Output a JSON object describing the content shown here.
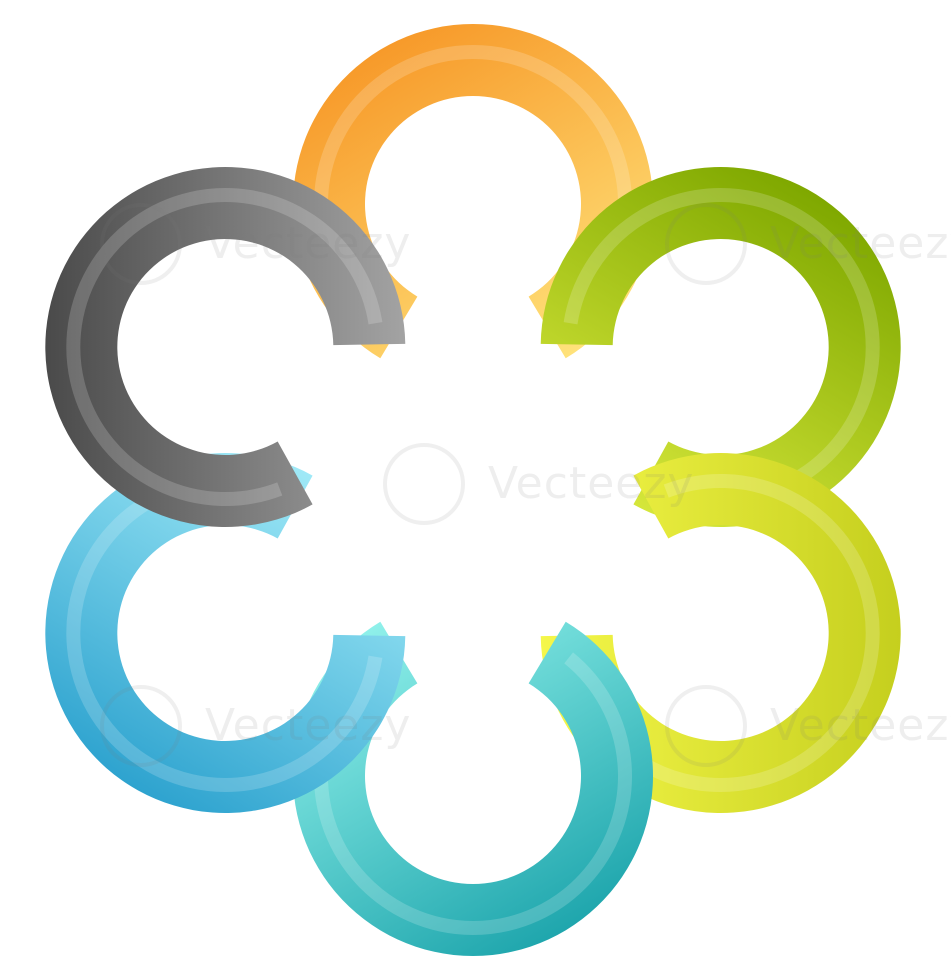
{
  "diagram": {
    "type": "six-segment flower ring",
    "segments": [
      {
        "name": "top",
        "color_light": "#ffe27a",
        "color_dark": "#f79a2a"
      },
      {
        "name": "upper-right",
        "color_light": "#d5e63a",
        "color_dark": "#7fa800"
      },
      {
        "name": "lower-right",
        "color_light": "#f5f74a",
        "color_dark": "#c5cf1e"
      },
      {
        "name": "bottom",
        "color_light": "#8ff0ea",
        "color_dark": "#1fa6ad"
      },
      {
        "name": "lower-left",
        "color_light": "#9fe9f7",
        "color_dark": "#2ea3cf"
      },
      {
        "name": "upper-left",
        "color_light": "#a3a3a3",
        "color_dark": "#4a4a4a"
      }
    ]
  },
  "watermark": {
    "text": "Vecteezy"
  }
}
